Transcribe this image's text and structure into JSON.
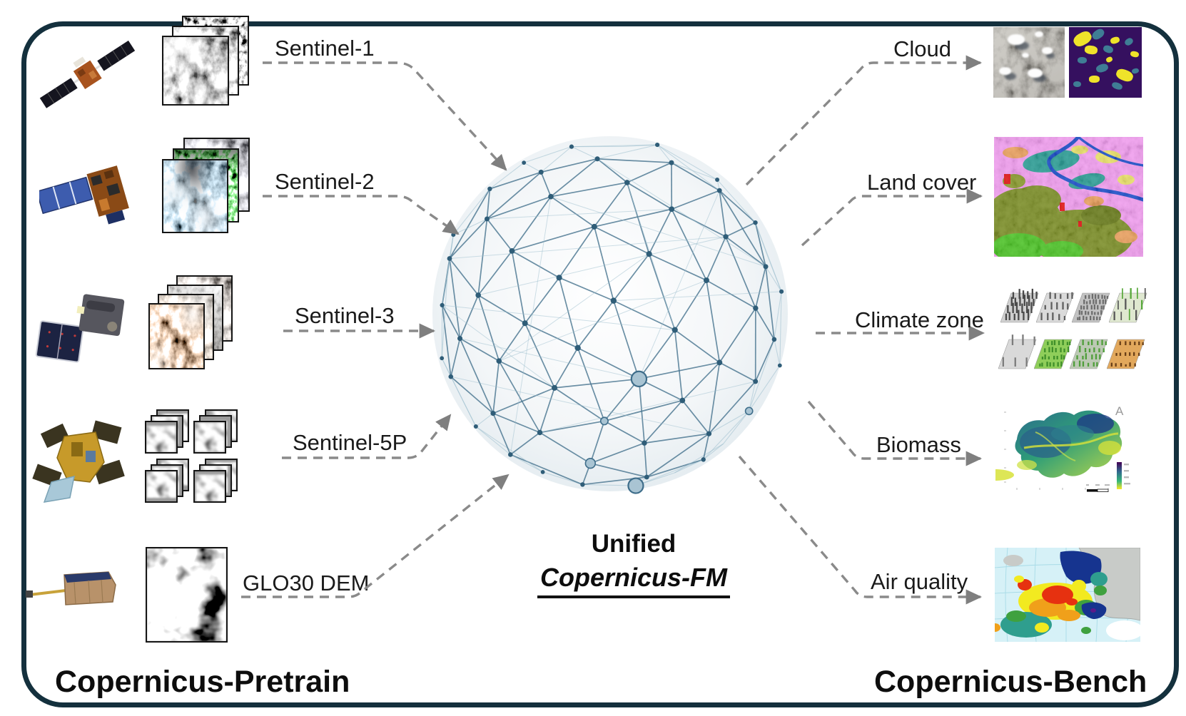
{
  "pretrain": {
    "title": "Copernicus-Pretrain",
    "sources": [
      {
        "id": "sentinel-1",
        "label": "Sentinel-1"
      },
      {
        "id": "sentinel-2",
        "label": "Sentinel-2"
      },
      {
        "id": "sentinel-3",
        "label": "Sentinel-3"
      },
      {
        "id": "sentinel-5p",
        "label": "Sentinel-5P"
      },
      {
        "id": "glo30-dem",
        "label": "GLO30 DEM"
      }
    ]
  },
  "model": {
    "line1": "Unified",
    "line2": "Copernicus-FM"
  },
  "bench": {
    "title": "Copernicus-Bench",
    "tasks": [
      {
        "id": "cloud",
        "label": "Cloud"
      },
      {
        "id": "land-cover",
        "label": "Land cover"
      },
      {
        "id": "climate-zone",
        "label": "Climate zone"
      },
      {
        "id": "biomass",
        "label": "Biomass"
      },
      {
        "id": "air-quality",
        "label": "Air quality"
      }
    ]
  },
  "figure": {
    "north_arrow_label": "A"
  },
  "colors": {
    "frame": "#14303d",
    "connector": "#8a8a8a",
    "label_text": "#1a1a1a",
    "sphere_edge_dark": "#47748f",
    "sphere_edge_light": "#9fc0cf",
    "sphere_node_fill": "#a9c4d3",
    "sphere_node_stroke": "#3e6d8a",
    "sphere_node_small": "#2f5d78",
    "cloud_mask_bg": "#35105f",
    "cloud_mask_yellow": "#efe32a",
    "cloud_mask_teal": "#3f7d95"
  }
}
